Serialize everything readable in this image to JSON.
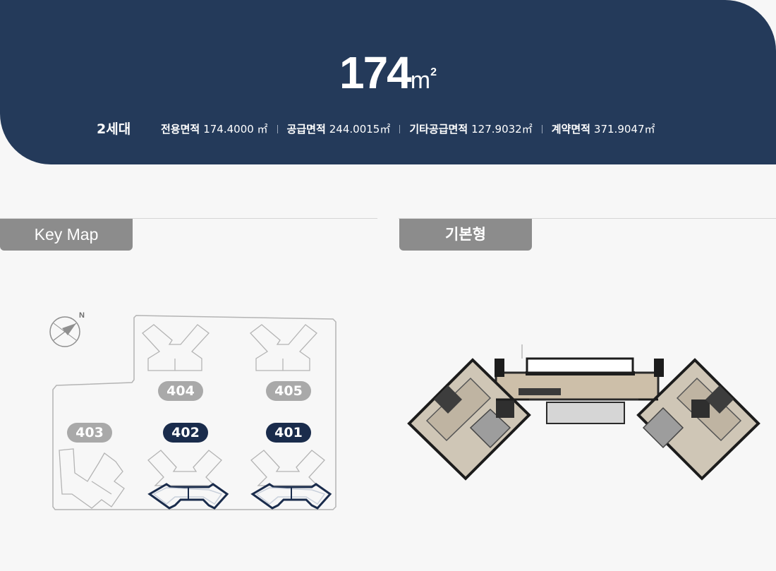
{
  "header": {
    "area_number": "174",
    "area_unit": "m",
    "area_unit_sup": "2",
    "units_count": "2세대",
    "specs": [
      {
        "label": "전용면적",
        "value": "174.4000 ㎡"
      },
      {
        "label": "공급면적",
        "value": "244.0015㎡"
      },
      {
        "label": "기타공급면적",
        "value": "127.9032㎡"
      },
      {
        "label": "계약면적",
        "value": "371.9047㎡"
      }
    ]
  },
  "keymap": {
    "title": "Key Map",
    "compass_label": "N",
    "buildings": [
      {
        "label": "404",
        "highlighted": false
      },
      {
        "label": "405",
        "highlighted": false
      },
      {
        "label": "403",
        "highlighted": false
      },
      {
        "label": "402",
        "highlighted": true
      },
      {
        "label": "401",
        "highlighted": true
      }
    ]
  },
  "plan": {
    "title": "기본형"
  },
  "colors": {
    "header_bg": "#243a5a",
    "tab_bg": "#8c8c8c",
    "highlight": "#1a2c4c",
    "pill_gray": "#a9a9a9"
  }
}
